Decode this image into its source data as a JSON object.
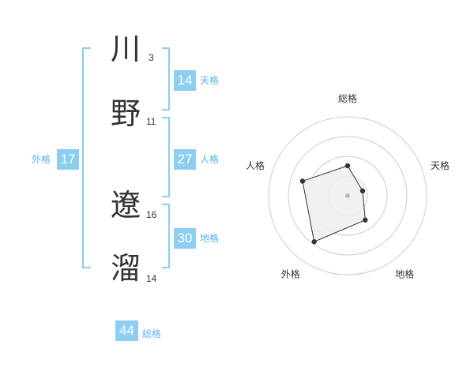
{
  "name": {
    "chars": [
      {
        "char": "川",
        "strokes": "3"
      },
      {
        "char": "野",
        "strokes": "11"
      },
      {
        "char": "遼",
        "strokes": "16"
      },
      {
        "char": "溜",
        "strokes": "14"
      }
    ]
  },
  "fortunes": {
    "tenkaku": {
      "value": "14",
      "label": "天格"
    },
    "jinkaku": {
      "value": "27",
      "label": "人格"
    },
    "chikaku": {
      "value": "30",
      "label": "地格"
    },
    "gaikaku": {
      "value": "17",
      "label": "外格"
    },
    "soukaku": {
      "value": "44",
      "label": "総格"
    }
  },
  "chart_data": {
    "type": "radar",
    "axes": [
      "総格",
      "天格",
      "地格",
      "外格",
      "人格"
    ],
    "values": [
      0.38,
      0.2,
      0.38,
      0.72,
      0.6
    ],
    "rings": 4,
    "colors": {
      "fill": "#eeeeee",
      "stroke": "#333333",
      "grid": "#cccccc",
      "center": "#bbbbbb"
    }
  }
}
